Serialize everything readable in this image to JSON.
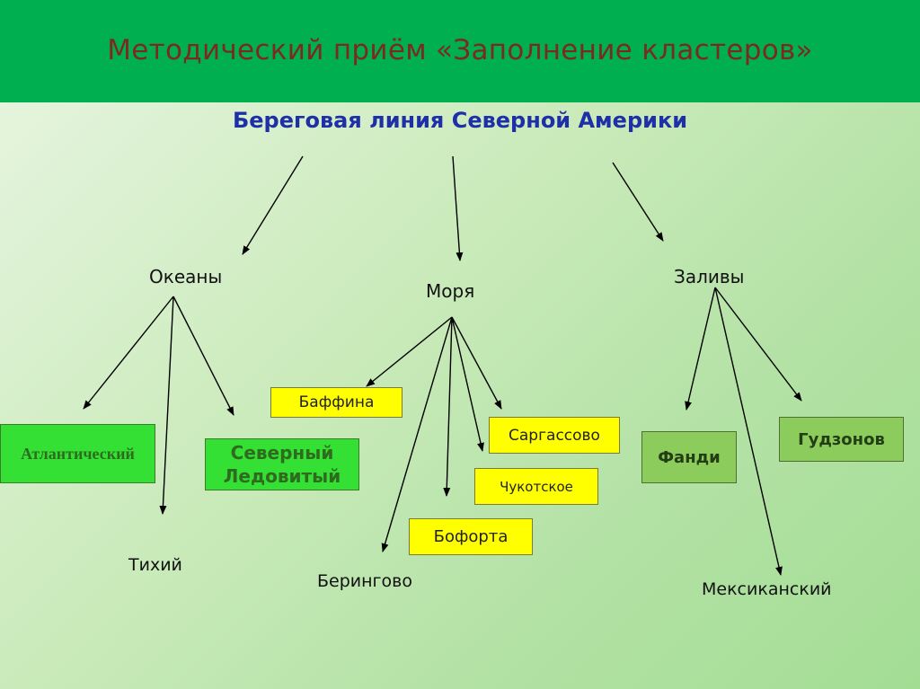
{
  "header": {
    "title": "Методический приём «Заполнение кластеров»"
  },
  "topic": "Береговая линия Северной Америки",
  "categories": {
    "oceans": "Океаны",
    "seas": "Моря",
    "bays": "Заливы"
  },
  "oceans": {
    "atlantic": "Атлантический",
    "arctic_line1": "Северный",
    "arctic_line2": "Ледовитый",
    "pacific": "Тихий"
  },
  "seas": {
    "baffin": "Баффина",
    "sargasso": "Саргассово",
    "chukchi": "Чукотское",
    "beaufort": "Бофорта",
    "bering": "Берингово"
  },
  "bays": {
    "fundy": "Фанди",
    "hudson": "Гудзонов",
    "mexico": "Мексиканский"
  },
  "colors": {
    "header_bg": "#00b050",
    "title_text": "#7a2b1e",
    "topic_text": "#1f2fa8",
    "yellow_box": "#ffff00",
    "bright_green_box": "#33e033",
    "olive_box": "#8ccc5c"
  }
}
